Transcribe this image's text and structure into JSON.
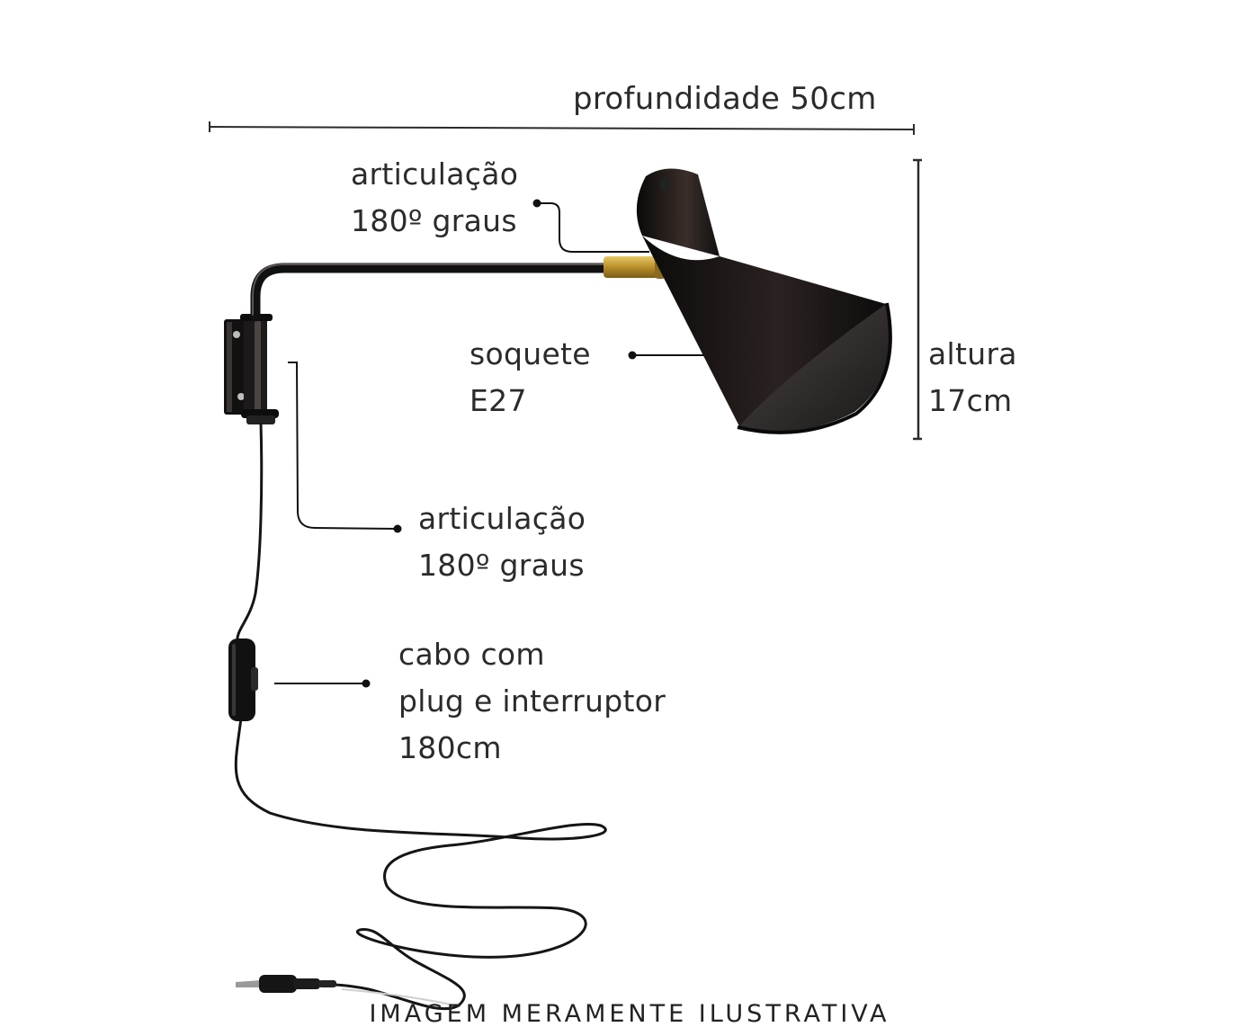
{
  "labels": {
    "depth": "profundidade 50cm",
    "joint_top": [
      "articulação",
      "180º graus"
    ],
    "socket": [
      "soquete",
      "E27"
    ],
    "height": [
      "altura",
      "17cm"
    ],
    "joint_bottom": [
      "articulação",
      "180º graus"
    ],
    "cable": [
      "cabo com",
      "plug e interruptor",
      "180cm"
    ]
  },
  "footer_note": "IMAGEM MERAMENTE ILUSTRATIVA",
  "colors": {
    "text": "#2b2b2b",
    "lamp_black": "#141212",
    "brass": "#c9a23a",
    "background": "#ffffff"
  }
}
